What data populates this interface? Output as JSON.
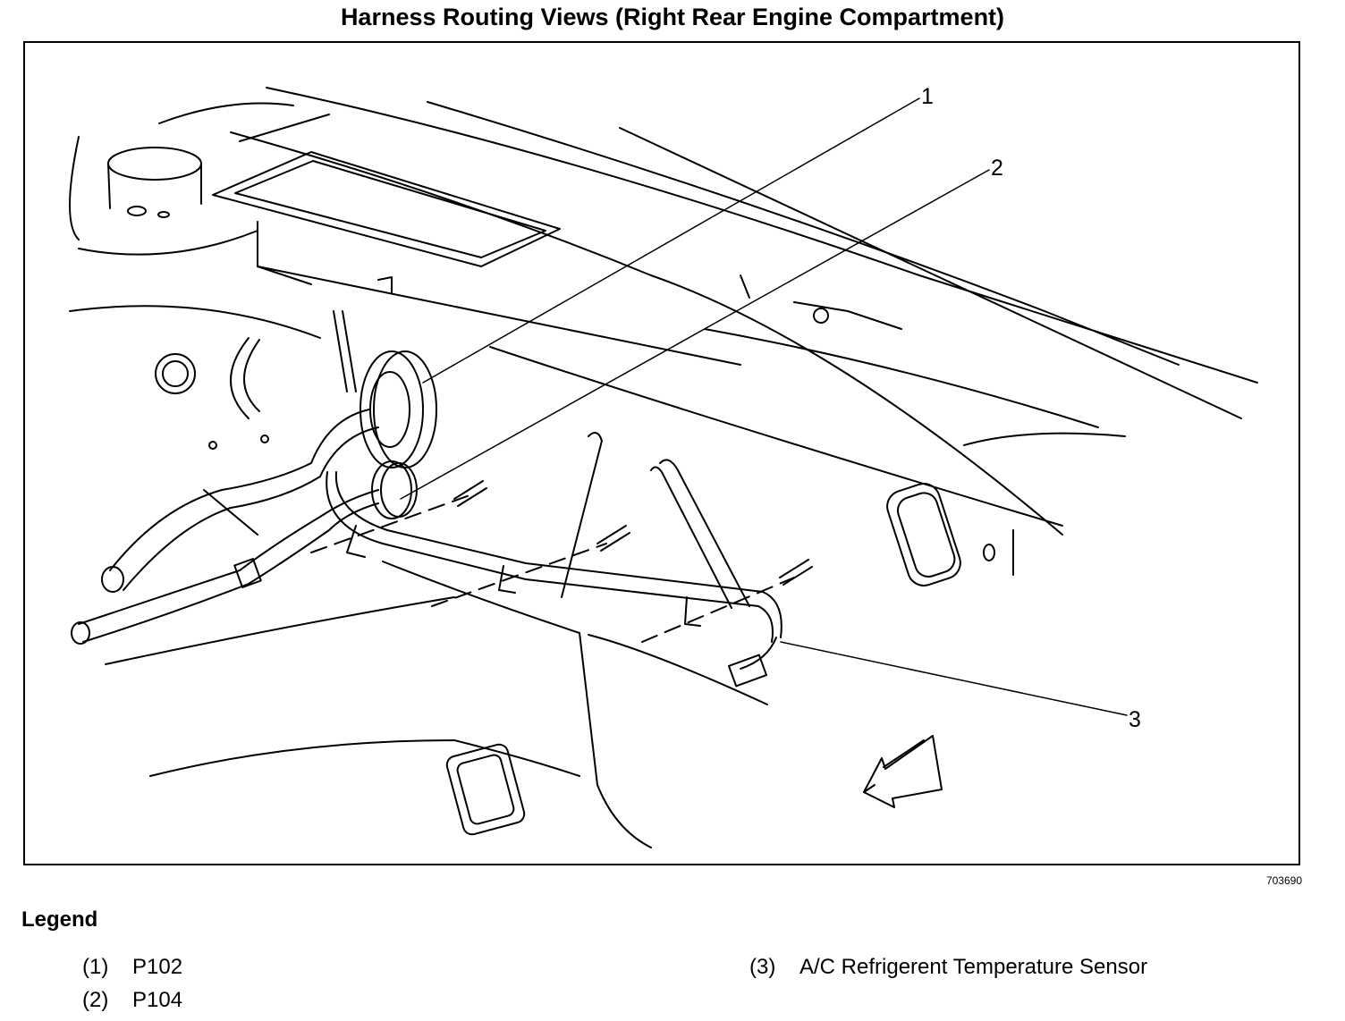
{
  "title": "Harness Routing Views (Right Rear Engine Compartment)",
  "figure_id": "703690",
  "callouts": [
    "1",
    "2",
    "3"
  ],
  "legend": {
    "heading": "Legend",
    "items": [
      {
        "num": "(1)",
        "label": "P102"
      },
      {
        "num": "(2)",
        "label": "P104"
      },
      {
        "num": "(3)",
        "label": "A/C Refrigerent Temperature Sensor"
      }
    ]
  }
}
